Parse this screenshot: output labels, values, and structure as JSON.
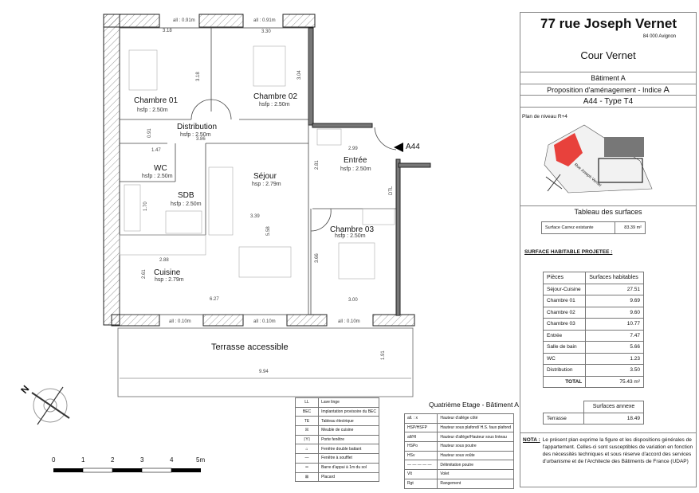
{
  "plan": {
    "rooms": [
      {
        "name": "Chambre 01",
        "height": "hsfp : 2.50m"
      },
      {
        "name": "Chambre 02",
        "height": "hsfp : 2.50m"
      },
      {
        "name": "Distribution",
        "height": "hsfp : 2.50m"
      },
      {
        "name": "Séjour",
        "height": "hsp : 2.79m"
      },
      {
        "name": "WC",
        "height": "hsfp : 2.50m"
      },
      {
        "name": "SDB",
        "height": "hsfp : 2.50m"
      },
      {
        "name": "Cuisine",
        "height": "hsp : 2.79m"
      },
      {
        "name": "Entrée",
        "height": "hsfp : 2.50m"
      },
      {
        "name": "Chambre 03",
        "height": "hsfp : 2.50m"
      }
    ],
    "terrace": "Terrasse accessible",
    "entry_marker": "A44",
    "windows_top": [
      "all : 0.91m",
      "all : 0.91m"
    ],
    "windows_bottom": [
      "all : 0.10m",
      "all : 0.10m",
      "all : 0.10m"
    ],
    "dimensions": [
      "3.18",
      "3.30",
      "3.18",
      "3.04",
      "0.91",
      "3.86",
      "1.47",
      "1.70",
      "3.39",
      "5.58",
      "2.88",
      "2.61",
      "6.27",
      "2.99",
      "2.81",
      "3.66",
      "3.00",
      "9.94",
      "1.91"
    ],
    "dtl": "DTL"
  },
  "scale": {
    "ticks": [
      "0",
      "1",
      "2",
      "3",
      "4",
      "5m"
    ]
  },
  "compass": {
    "north": "N"
  },
  "legend_symbols": [
    "Lave linge",
    "Implantation provisoire du BEC",
    "Tableau électrique",
    "Meuble de cuisine",
    "Porte fenêtre",
    "Fenêtre double battant",
    "Fenêtre à soufflet",
    "Barre d'appui à 1m du sol",
    "Placard"
  ],
  "legend_symbol_codes": [
    "LL",
    "BEC",
    "TE"
  ],
  "floor_title": "Quatrième Etage - Bâtiment A",
  "legend_abbrev": [
    {
      "code": "all. : x",
      "label": "Hauteur d'allège côté"
    },
    {
      "code": "HSP/HSFP",
      "label": "Hauteur sous plafond/ H.S. faux plafond"
    },
    {
      "code": "all/Hl",
      "label": "Hauteur d'allège/Hauteur sous linteau"
    },
    {
      "code": "HSPo",
      "label": "Hauteur sous poutre"
    },
    {
      "code": "HSv",
      "label": "Hauteur sous voûte"
    },
    {
      "code": "— — — — —",
      "label": "Délimitation poutre"
    },
    {
      "code": "Vlt",
      "label": "Volet"
    },
    {
      "code": "Rgt",
      "label": "Rangement"
    }
  ],
  "panel": {
    "address": "77 rue Joseph Vernet",
    "city": "84 000 Avignon",
    "project": "Cour Vernet",
    "building": "Bâtiment A",
    "proposal": "Proposition d'aménagement - Indice ",
    "proposal_index": "A",
    "unit": "A44 - Type T4",
    "level_label": "Plan de niveau ",
    "level": "R+4",
    "street_label": "Rue Joseph Vernet",
    "highlight_color": "#e8413c",
    "surfaces_title": "Tableau des surfaces",
    "carrez_label": "Surface Carrez existante",
    "carrez_value": "83.39 m²",
    "habitable_title": "SURFACE HABITABLE PROJETEE :",
    "col_rooms": "Pièces",
    "col_surfaces": "Surfaces habitables",
    "rows": [
      {
        "room": "Séjour-Cuisine",
        "area": "27.51"
      },
      {
        "room": "Chambre 01",
        "area": "9.69"
      },
      {
        "room": "Chambre 02",
        "area": "9.60"
      },
      {
        "room": "Chambre 03",
        "area": "10.77"
      },
      {
        "room": "Entrée",
        "area": "7.47"
      },
      {
        "room": "Salle de bain",
        "area": "5.66"
      },
      {
        "room": "WC",
        "area": "1.23"
      },
      {
        "room": "Distribution",
        "area": "3.50"
      }
    ],
    "total_label": "TOTAL",
    "total_value": "75.43 m²",
    "annex_title": "Surfaces annexe",
    "annex_room": "Terrasse",
    "annex_value": "18.49",
    "nota_label": "NOTA :",
    "nota": "Le présent plan exprime la figure et les dispositions générales de l'appartement. Celles-ci sont susceptibles de variation en fonction des nécessités techniques et sous réserve d'accord des services d'urbanisme et de l'Architecte des Bâtiments de France (UDAP)"
  }
}
